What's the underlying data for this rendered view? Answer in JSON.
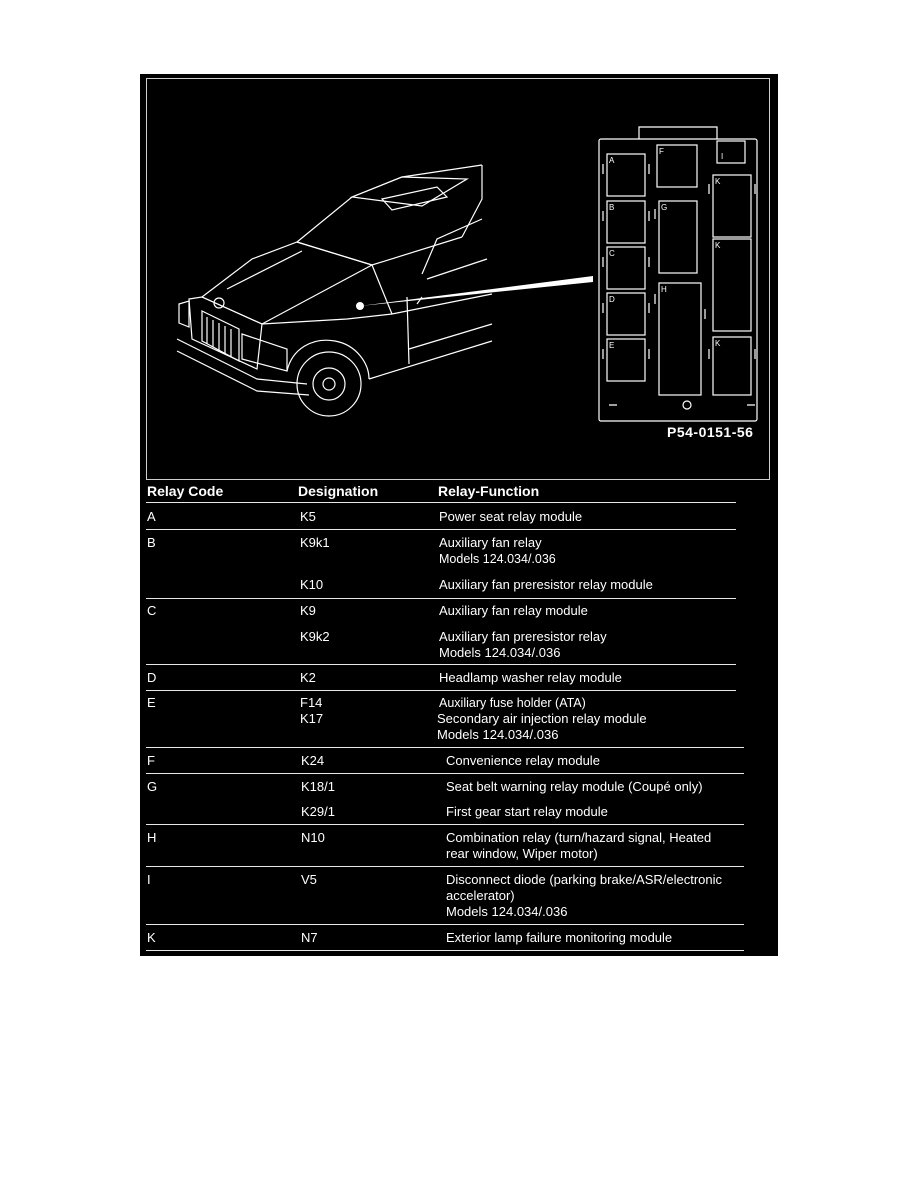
{
  "figure": {
    "id": "P54-0151-56",
    "box_letters": [
      "A",
      "B",
      "C",
      "D",
      "E",
      "F",
      "G",
      "H",
      "I",
      "K",
      "K",
      "K"
    ]
  },
  "table": {
    "headers": {
      "code": "Relay Code",
      "designation": "Designation",
      "function": "Relay-Function"
    },
    "rows": [
      {
        "code": "A",
        "designation": "K5",
        "function": "Power seat relay module"
      },
      {
        "code": "B",
        "designation": "K9k1",
        "function": "Auxiliary fan relay",
        "function_2": "Models 124.034/.036"
      },
      {
        "code": "",
        "designation": "K10",
        "function": "Auxiliary fan preresistor relay module"
      },
      {
        "code": "C",
        "designation": "K9",
        "function": "Auxiliary fan relay module"
      },
      {
        "code": "",
        "designation": "K9k2",
        "function": "Auxiliary fan preresistor relay",
        "function_2": "Models 124.034/.036"
      },
      {
        "code": "D",
        "designation": "K2",
        "function": "Headlamp washer relay module"
      },
      {
        "code": "E",
        "designation": "F14",
        "designation_2": "K17",
        "function": "Auxiliary fuse holder (ATA)",
        "function_2": "Secondary air injection relay module",
        "function_3": "Models 124.034/.036"
      },
      {
        "code": "F",
        "designation": "K24",
        "function": "Convenience relay module"
      },
      {
        "code": "G",
        "designation": "K18/1",
        "function": "Seat belt warning relay module (Coupé only)"
      },
      {
        "code": "",
        "designation": "K29/1",
        "function": "First gear start relay module"
      },
      {
        "code": "H",
        "designation": "N10",
        "function": "Combination relay (turn/hazard signal, Heated",
        "function_2": "rear window, Wiper motor)"
      },
      {
        "code": "I",
        "designation": "V5",
        "function": "Disconnect diode (parking brake/ASR/electronic",
        "function_2": "accelerator)",
        "function_3": "Models 124.034/.036"
      },
      {
        "code": "K",
        "designation": "N7",
        "function": "Exterior lamp failure monitoring module"
      }
    ]
  },
  "colors": {
    "background": "#000000",
    "foreground": "#ffffff"
  }
}
